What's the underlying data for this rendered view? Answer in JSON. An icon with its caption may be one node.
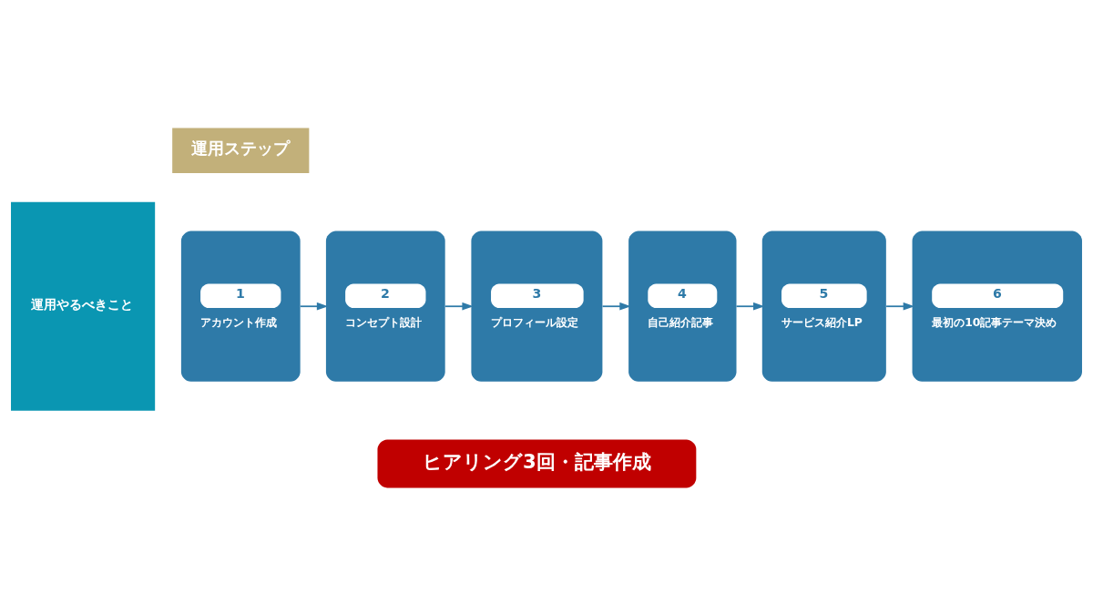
{
  "diagram": {
    "nodes": [
      {
        "text": [
          "運用やるべきこと"
        ]
      },
      {
        "text": [
          "運用ステップ"
        ]
      },
      {
        "text": [
          "1",
          "アカウント作成"
        ]
      },
      {
        "text": [
          "2",
          "コンセプト設計"
        ]
      },
      {
        "text": [
          "3",
          "プロフィール設定"
        ]
      },
      {
        "text": [
          "4",
          "自己紹介記事"
        ]
      },
      {
        "text": [
          "5",
          "サービス紹介LP"
        ]
      },
      {
        "text": [
          "6",
          "最初の10記事テーマ決め"
        ]
      },
      {
        "text": [
          "ヒアリング3回・記事作成"
        ]
      }
    ],
    "edges": [
      {
        "from": 2,
        "to": 3,
        "arrow": "to"
      },
      {
        "from": 3,
        "to": 4,
        "arrow": "to"
      },
      {
        "from": 4,
        "to": 5,
        "arrow": "to"
      },
      {
        "from": 5,
        "to": 6,
        "arrow": "to"
      },
      {
        "from": 6,
        "to": 7,
        "arrow": "to"
      }
    ]
  }
}
